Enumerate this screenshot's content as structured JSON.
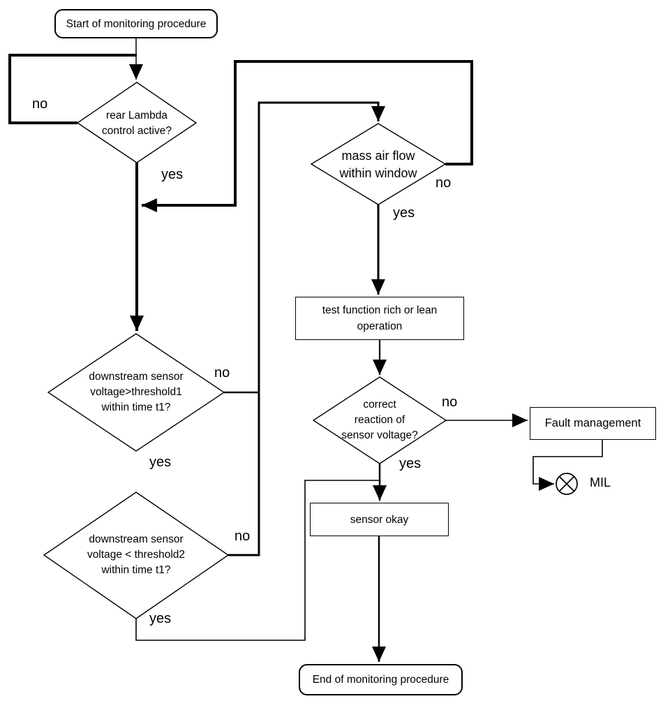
{
  "diagram": {
    "title_note": "engine rear Lambda sensor monitoring flowchart",
    "colors": {
      "background": "#ffffff",
      "line": "#000000",
      "text": "#000000"
    },
    "nodes": {
      "start": {
        "type": "terminator",
        "label": "Start of monitoring procedure"
      },
      "rear_lambda": {
        "type": "decision",
        "label": "rear Lambda\ncontrol active?"
      },
      "mass_air_flow": {
        "type": "decision",
        "label": "mass air flow\nwithin window"
      },
      "test_function": {
        "type": "process",
        "label": "test function rich or lean\noperation"
      },
      "correct_reaction": {
        "type": "decision",
        "label": "correct\nreaction of\nsensor voltage?"
      },
      "fault_management": {
        "type": "process",
        "label": "Fault management"
      },
      "mil": {
        "type": "indicator",
        "label": "MIL"
      },
      "threshold1": {
        "type": "decision",
        "label": "downstream sensor\nvoltage>threshold1\nwithin time t1?"
      },
      "threshold2": {
        "type": "decision",
        "label": "downstream sensor\nvoltage < threshold2\nwithin time t1?"
      },
      "sensor_okay": {
        "type": "process",
        "label": "sensor okay"
      },
      "end": {
        "type": "terminator",
        "label": "End of monitoring procedure"
      }
    },
    "edge_labels": {
      "rear_lambda_no": "no",
      "rear_lambda_yes": "yes",
      "mass_air_flow_no": "no",
      "mass_air_flow_yes": "yes",
      "threshold1_no": "no",
      "threshold1_yes": "yes",
      "threshold2_no": "no",
      "threshold2_yes": "yes",
      "correct_reaction_no": "no",
      "correct_reaction_yes": "yes"
    }
  }
}
